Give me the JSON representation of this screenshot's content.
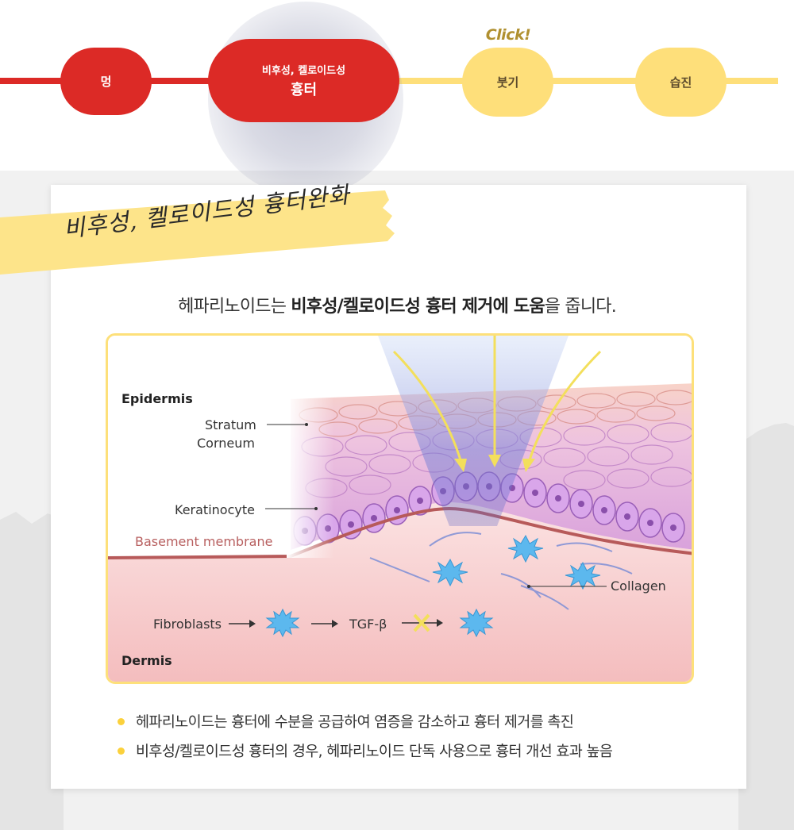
{
  "colors": {
    "red": "#dc2a26",
    "yellow": "#fedf7a",
    "ribbon": "#fde48a",
    "frame": "#fde07a",
    "bullet": "#fbd13c",
    "ring": "#7a7ea8"
  },
  "steps": [
    {
      "label": "멍",
      "state": "done"
    },
    {
      "label_line1": "비후성, 켈로이드성",
      "label_line2": "흉터",
      "state": "active"
    },
    {
      "label": "붓기",
      "state": "next",
      "badge": "Click!"
    },
    {
      "label": "습진",
      "state": "upcoming"
    }
  ],
  "section": {
    "title": "비후성, 켈로이드성 흉터완화"
  },
  "headline": {
    "pre": "헤파리노이드는 ",
    "bold": "비후성/켈로이드성 흉터 제거에 도움",
    "post": "을 줍니다."
  },
  "diagram": {
    "labels": {
      "epidermis": "Epidermis",
      "stratum_line1": "Stratum",
      "stratum_line2": "Corneum",
      "keratinocyte": "Keratinocyte",
      "basement": "Basement membrane",
      "collagen": "Collagen",
      "fibroblasts": "Fibroblasts",
      "tgf": "TGF-β",
      "dermis": "Dermis"
    },
    "icons": [
      "arrow-right-icon",
      "arrow-right-icon",
      "blocked-arrow-icon"
    ]
  },
  "bullets": [
    "헤파리노이드는 흉터에 수분을 공급하여 염증을 감소하고 흉터 제거를 촉진",
    "비후성/켈로이드성 흉터의 경우, 헤파리노이드 단독 사용으로 흉터 개선 효과 높음"
  ]
}
